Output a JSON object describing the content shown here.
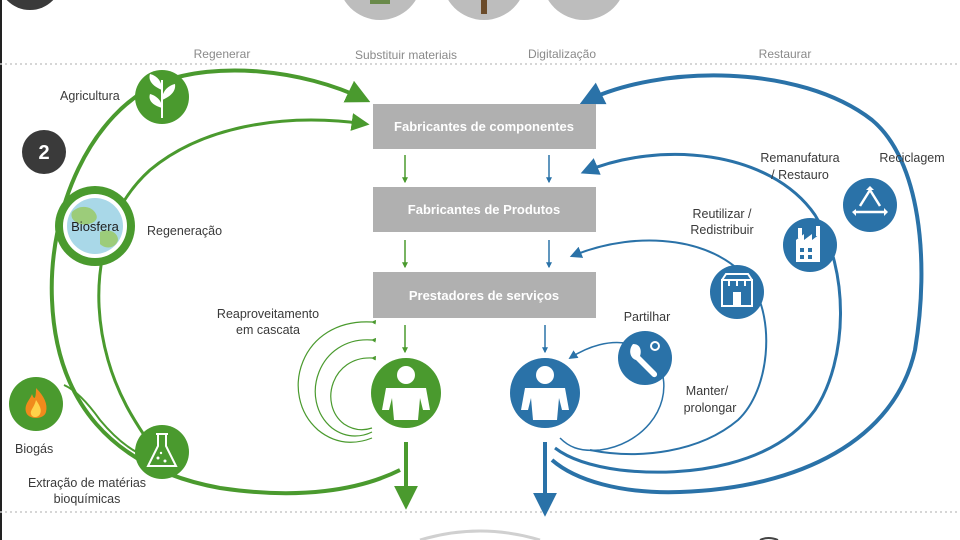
{
  "colors": {
    "green": "#4a9a2e",
    "blue": "#2a72a8",
    "box_gray": "#b0b0b0",
    "dark_badge": "#3a3a3a",
    "biogas_orange": "#f08a1c"
  },
  "header": {
    "regenerar": "Regenerar",
    "substituir": "Substituir materiais",
    "digitalizacao": "Digitalização",
    "restaurar": "Restaurar"
  },
  "badge": {
    "number": "2"
  },
  "boxes": {
    "componentes": "Fabricantes de componentes",
    "produtos": "Fabricantes de Produtos",
    "servicos": "Prestadores de serviços"
  },
  "green_side": {
    "agricultura": "Agricultura",
    "biosfera": "Biosfera",
    "regeneracao": "Regeneração",
    "reaproveitamento_1": "Reaproveitamento",
    "reaproveitamento_2": "em cascata",
    "biogas": "Biogás",
    "extracao_1": "Extração de matérias",
    "extracao_2": "bioquímicas"
  },
  "blue_side": {
    "remanufatura_1": "Remanufatura",
    "remanufatura_2": "/ Restauro",
    "reciclagem": "Reciclagem",
    "reutilizar_1": "Reutilizar /",
    "reutilizar_2": "Redistribuir",
    "partilhar": "Partilhar",
    "manter_1": "Manter/",
    "manter_2": "prolongar"
  },
  "icons": {
    "agricultura": "plant-icon",
    "biosfera": "globe-icon",
    "biogas": "fire-icon",
    "extracao": "flask-icon",
    "cascata_user": "person-icon",
    "user": "person-icon",
    "partilhar": "wrench-icon",
    "reutilizar": "shop-icon",
    "remanufatura": "factory-icon",
    "reciclagem": "recycle-icon"
  }
}
